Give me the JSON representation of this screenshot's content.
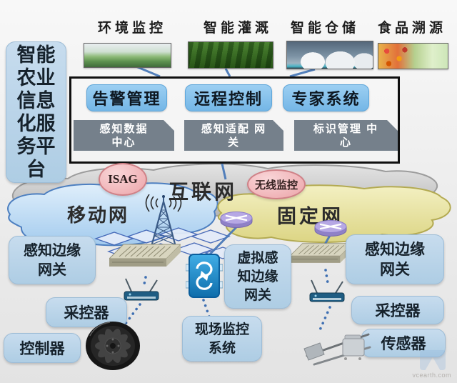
{
  "platform": {
    "label": "智能农业信息化服务平台"
  },
  "top_apps": [
    {
      "label": "环境监控",
      "image": "greenhouse-field-photo"
    },
    {
      "label": "智能灌溉",
      "image": "irrigated-crops-photo"
    },
    {
      "label": "智能仓储",
      "image": "storage-tanks-photo"
    },
    {
      "label": "食品溯源",
      "image": "fresh-produce-photo"
    }
  ],
  "service_box": {
    "buttons": [
      {
        "label": "告警管理"
      },
      {
        "label": "远程控制"
      },
      {
        "label": "专家系统"
      }
    ],
    "modules": [
      {
        "line1": "感知数据",
        "line2": "中心"
      },
      {
        "line1": "感知适配 网",
        "line2": "关"
      },
      {
        "line1": "标识管理 中",
        "line2": "心"
      }
    ]
  },
  "network": {
    "isag_label": "ISAG",
    "internet_label": "互联网",
    "wireless_monitor_label": "无线监控",
    "mobile_label": "移动网",
    "fixed_label": "固定网"
  },
  "field_layer": {
    "gateway_left": {
      "line1": "感知边缘",
      "line2": "网关"
    },
    "gateway_right": {
      "line1": "感知边缘",
      "line2": "网关"
    },
    "virtual_gateway": {
      "line1": "虚拟感",
      "line2": "知边缘",
      "line3": "网关"
    },
    "collector_left": {
      "label": "采控器"
    },
    "collector_right": {
      "label": "采控器"
    },
    "controller": {
      "label": "控制器"
    },
    "site_monitor": {
      "line1": "现场监控",
      "line2": "系统"
    },
    "sensor": {
      "label": "传感器"
    }
  },
  "icons": {
    "radio_tower": "radio-tower-icon",
    "mesh_network": "mesh-network-icon",
    "router": "router-icon",
    "network_switch": "network-switch-icon",
    "wireless_ap": "wireless-ap-icon",
    "virtual_switch": "virtual-switch-icon",
    "fan_device": "fan-device-photo",
    "field_sensor": "field-sensor-photo"
  },
  "watermark": {
    "text": "vcearth.com"
  },
  "colors": {
    "label_box_blue": "#b7d3e8",
    "button_blue": "#82c0ec",
    "module_gray": "#75808b",
    "pink_ellipse": "#f2b4b8",
    "cloud_gray": "#cfcfcf",
    "cloud_blue": "#b9d9f2",
    "cloud_yellow": "#eae6a6",
    "connector_blue": "#4a79b8",
    "frame_black": "#111111"
  }
}
